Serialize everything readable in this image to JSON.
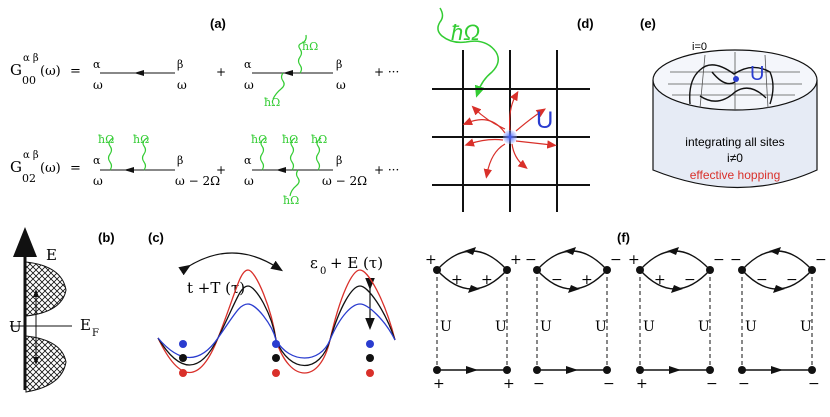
{
  "panels": {
    "a": {
      "label": "(a)",
      "g00_lhs": "G",
      "g00_sup": "α β",
      "g00_sub": "00",
      "g00_arg": "(ω)",
      "g02_lhs": "G",
      "g02_sup": "α β",
      "g02_sub": "02",
      "g02_arg": "(ω)",
      "equals": "=",
      "plus": "+",
      "dots": "+ ···",
      "alpha": "α",
      "beta": "β",
      "omega": "ω",
      "omega_minus": "ω − 2Ω",
      "photon": "ħΩ"
    },
    "b": {
      "label": "(b)",
      "energy": "E",
      "fermi": "E",
      "fermi_sub": "F",
      "u": "U"
    },
    "c": {
      "label": "(c)",
      "hopping": "t +T (τ)",
      "onsite_base": "ε",
      "onsite_sub": "0",
      "onsite_rest": "+ E (τ)"
    },
    "d": {
      "label": "(d)",
      "photon": "ħΩ",
      "u": "U"
    },
    "e": {
      "label": "(e)",
      "site": "i=0",
      "u": "U",
      "line1": "integrating all sites",
      "line2": "i≠0",
      "line3": "effective hopping"
    },
    "f": {
      "label": "(f)",
      "plus": "+",
      "minus": "−",
      "u": "U"
    }
  },
  "colors": {
    "green": "#33cc33",
    "red": "#d9302a",
    "blue": "#2a3ccf",
    "black": "#111111"
  }
}
